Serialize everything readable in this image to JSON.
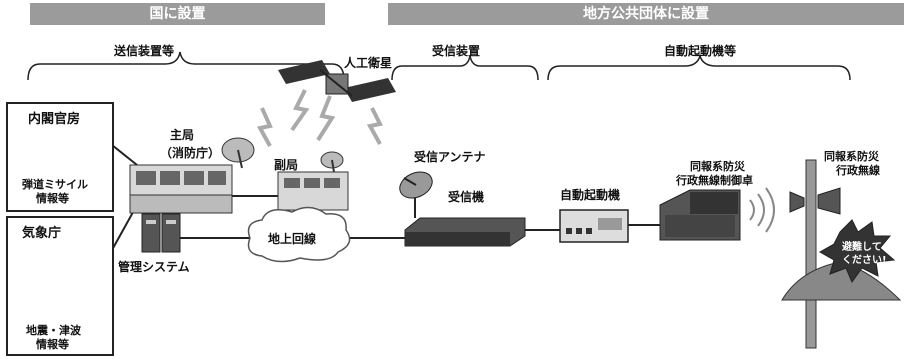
{
  "bands": {
    "national": "国に設置",
    "local": "地方公共団体に設置"
  },
  "sections": {
    "transmit": "送信装置等",
    "receive": "受信装置",
    "auto_start": "自動起動機等"
  },
  "satellite": "人工衛星",
  "cabinet": {
    "title": "内閣官房",
    "caption_line1": "弾道ミサイル",
    "caption_line2": "情報等"
  },
  "jma": {
    "title": "気象庁",
    "caption_line1": "地震・津波",
    "caption_line2": "情報等"
  },
  "main_station": {
    "line1": "主局",
    "line2": "（消防庁）"
  },
  "sub_station": "副局",
  "management": "管理システム",
  "ground_line": "地上回線",
  "receiver_antenna": "受信アンテナ",
  "receiver": "受信機",
  "auto_start_device": "自動起動機",
  "control_console": {
    "line1": "同報系防災",
    "line2": "行政無線制御卓"
  },
  "speaker_label": {
    "line1": "同報系防災",
    "line2": "行政無線"
  },
  "evacuate": {
    "line1": "避難して",
    "line2": "ください!"
  }
}
